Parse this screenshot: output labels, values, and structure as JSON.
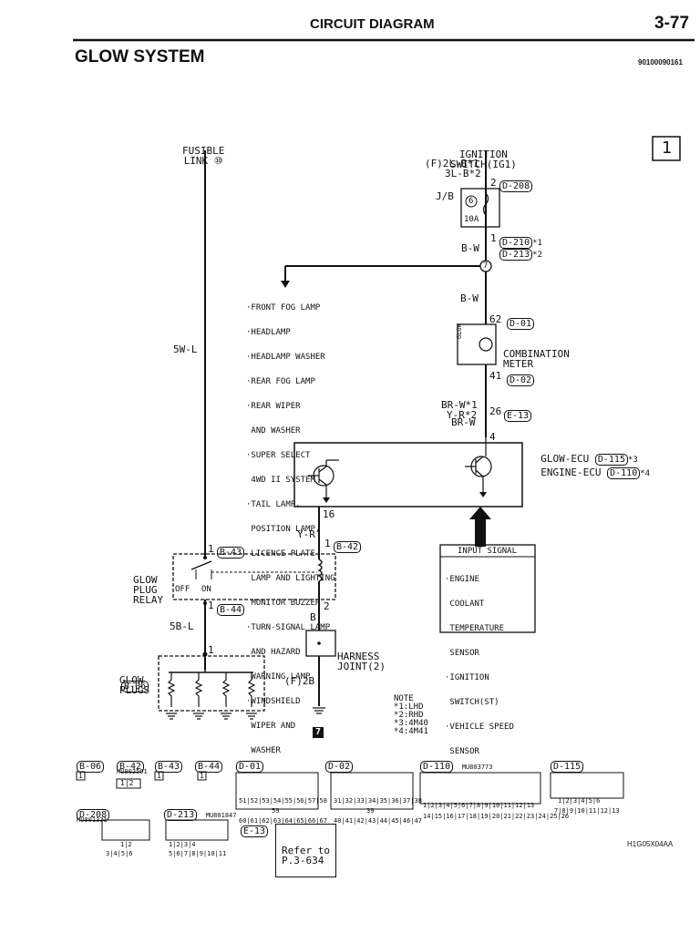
{
  "header": {
    "section": "CIRCUIT DIAGRAM",
    "page": "3-77",
    "title": "GLOW SYSTEM",
    "doc_code": "90100090161",
    "box_num": "1"
  },
  "diagram": {
    "fusible_link": [
      "FUSIBLE",
      "LINK ⑩"
    ],
    "ignition_switch": [
      "IGNITION",
      "SWITCH(IG1)"
    ],
    "f_2lb": "(F)2L-B*1",
    "f_3lb": "3L-B*2",
    "pin_2": "2",
    "conn_d208": "D-208",
    "jb_label": "J/B",
    "fuse_num": "6",
    "fuse_amp": "10A",
    "pin_1": "1",
    "conn_d210": "D-210",
    "note_1": "*1",
    "conn_d213": "D-213",
    "note_2": "*2",
    "bw_1": "B-W",
    "junction_7": "7",
    "bw_2": "B-W",
    "loads": [
      "·FRONT FOG LAMP",
      "·HEADLAMP",
      "·HEADLAMP WASHER",
      "·REAR FOG LAMP",
      "·REAR WIPER",
      " AND WASHER",
      "·SUPER SELECT",
      " 4WD II SYSTEM",
      "·TAIL LAMP,",
      " POSITION LAMP,",
      " LICENCE PLATE",
      " LAMP AND LIGHTING",
      " MONITOR BUZZER",
      "·TURN-SIGNAL LAMP",
      " AND HAZARD",
      " WARNING LAMP",
      "·WINDSHIELD",
      " WIPER AND",
      " WASHER"
    ],
    "wire_5wl": "5W-L",
    "pin_62": "62",
    "conn_d01": "D-01",
    "comb_meter": [
      "COMBINATION",
      "METER"
    ],
    "glow_lamp": "GLOW",
    "pin_41": "41",
    "conn_d02": "D-02",
    "brw": "BR-W*1",
    "yr_1": "Y-R*2",
    "pin_26": "26",
    "conn_e13": "E-13",
    "brw_2": "BR-W",
    "pin_4": "4",
    "glow_ecu": "GLOW-ECU",
    "conn_d115": "D-115",
    "note_3": "*3",
    "engine_ecu": "ENGINE-ECU",
    "conn_d110": "D-110",
    "note_4": "*4",
    "pin_16": "16",
    "yr_2": "Y-R",
    "pin_1b": "1",
    "conn_b42": "B-42",
    "pin_1c": "1",
    "conn_b43": "B-43",
    "relay": [
      "GLOW",
      "PLUG",
      "RELAY"
    ],
    "off_label": "OFF",
    "on_label": "ON",
    "pin_1d": "1",
    "conn_b44": "B-44",
    "pin_2b": "2",
    "wire_5bl": "5B-L",
    "wire_b": "B",
    "harness": [
      "HARNESS",
      "JOINT(2)"
    ],
    "pin_1e": "1",
    "glow_plugs": [
      "GLOW",
      "PLUGS"
    ],
    "conn_b06": "B-06",
    "f2b": "(F)2B",
    "ground_7": "7",
    "input_signal": "INPUT SIGNAL",
    "inputs": [
      "·ENGINE",
      " COOLANT",
      " TEMPERATURE",
      " SENSOR",
      "·IGNITION",
      " SWITCH(ST)",
      "·VEHICLE SPEED",
      " SENSOR"
    ],
    "notes": [
      "NOTE",
      "*1:LHD",
      "*2:RHD",
      "*3:4M40",
      "*4:4M41"
    ]
  },
  "connectors": {
    "row1": [
      "B-06",
      "B-42",
      "B-43",
      "B-44",
      "D-01",
      "D-02",
      "D-110",
      "D-115"
    ],
    "part_mu802501": "MU802501",
    "part_mu803773": "MU803773",
    "part_mu801847": "MU801847",
    "part_mu801331": "MU801331",
    "d208": "D-208",
    "d213": "D-213",
    "e13": "E-13",
    "refer": [
      "Refer to",
      "P.3-634"
    ],
    "d01_top": "51|52|53|54|55|56|57|58",
    "d01_mid": "59",
    "d01_bot": "60|61|62|63|64|65|66|67",
    "d02_top": "31|32|33|34|35|36|37|38",
    "d02_mid": "39",
    "d02_bot": "40|41|42|43|44|45|46|47",
    "d110_top": "1|2|3|4|5|6|7|8|9|10|11|12|13",
    "d110_bot": "14|15|16|17|18|19|20|21|22|23|24|25|26",
    "d115_top": "1|2|3|4|5|6",
    "d115_bot": "7|8|9|10|11|12|13",
    "b42_pins": "1|2",
    "d208_top": "1|2",
    "d208_bot": "3|4|5|6",
    "d213_top": "1|2|3|4",
    "d213_bot": "5|6|7|8|9|10|11",
    "b06_pin": "1",
    "b43_pin": "1",
    "b44_pin": "1"
  },
  "footer": {
    "fig_code": "H1G05X04AA"
  }
}
